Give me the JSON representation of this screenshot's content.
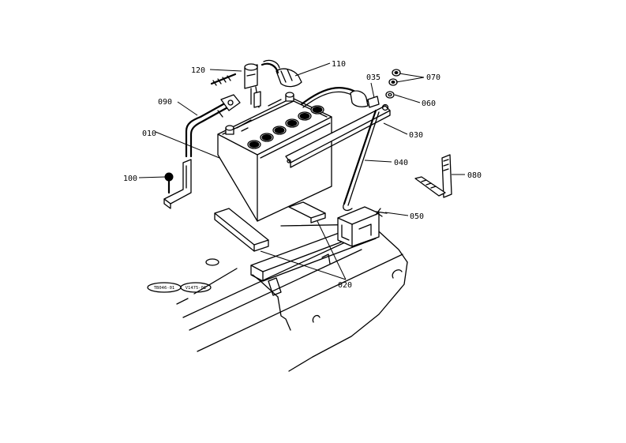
{
  "labels": {
    "p010": "010",
    "p020": "020",
    "p030": "030",
    "p035": "035",
    "p040": "040",
    "p050": "050",
    "p060": "060",
    "p070": "070",
    "p080": "080",
    "p090": "090",
    "p100": "100",
    "p110": "110",
    "p120": "120"
  },
  "codes": {
    "left": "TB046-01",
    "right": "V1475-01"
  }
}
